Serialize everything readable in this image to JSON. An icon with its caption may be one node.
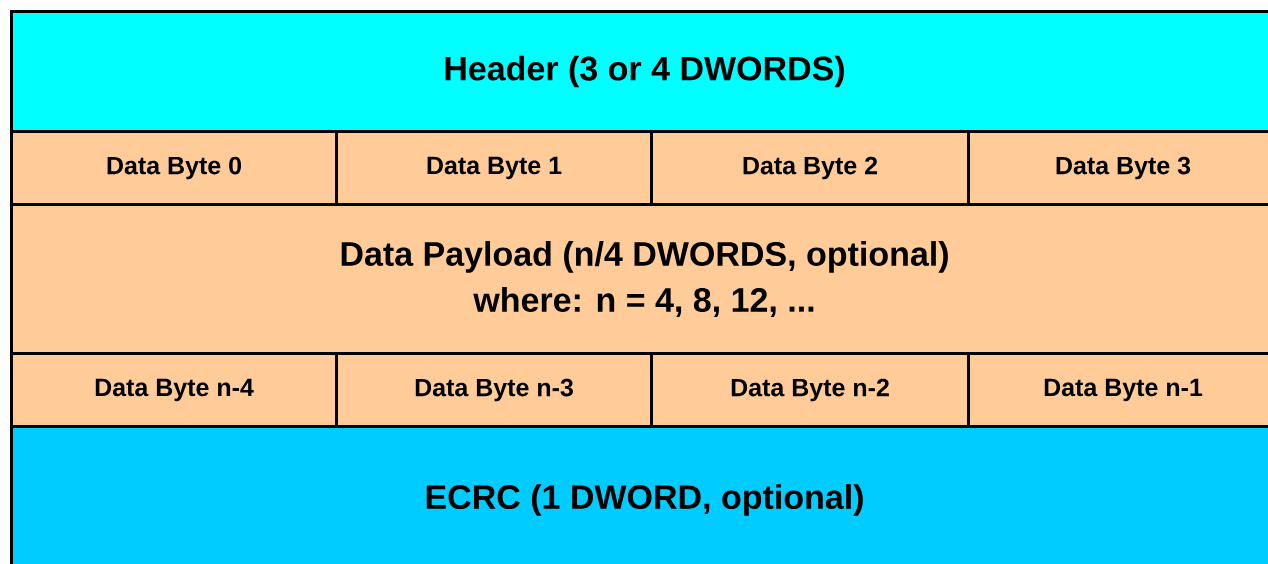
{
  "diagram": {
    "nodes": [
      {
        "text": [
          "Header (3 or 4 DWORDS)"
        ]
      },
      {
        "text": [
          "Data Byte 0"
        ]
      },
      {
        "text": [
          "Data Byte 1"
        ]
      },
      {
        "text": [
          "Data Byte 2"
        ]
      },
      {
        "text": [
          "Data Byte 3"
        ]
      },
      {
        "text": [
          "Data Payload (n/4 DWORDS, optional)",
          "where: n = 4, 8, 12, ..."
        ]
      },
      {
        "text": [
          "Data Byte n-4"
        ]
      },
      {
        "text": [
          "Data Byte n-3"
        ]
      },
      {
        "text": [
          "Data Byte n-2"
        ]
      },
      {
        "text": [
          "Data Byte n-1"
        ]
      },
      {
        "text": [
          "ECRC (1 DWORD, optional)"
        ]
      }
    ]
  }
}
